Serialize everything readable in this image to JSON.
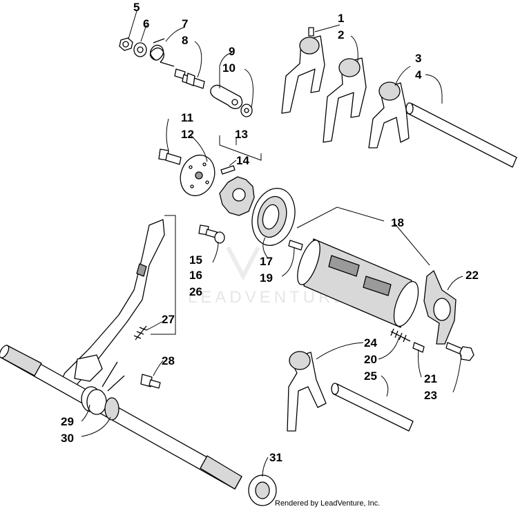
{
  "callouts": {
    "c1": "1",
    "c2": "2",
    "c3": "3",
    "c4": "4",
    "c5": "5",
    "c6": "6",
    "c7": "7",
    "c8": "8",
    "c9": "9",
    "c10": "10",
    "c11": "11",
    "c12": "12",
    "c13": "13",
    "c14": "14",
    "c15": "15",
    "c16": "16",
    "c17": "17",
    "c18": "18",
    "c19": "19",
    "c20": "20",
    "c21": "21",
    "c22": "22",
    "c23": "23",
    "c24": "24",
    "c25": "25",
    "c26": "26",
    "c27": "27",
    "c28": "28",
    "c29": "29",
    "c30": "30",
    "c31": "31"
  },
  "watermark": "LEADVENTURE",
  "credit": "Rendered by LeadVenture, Inc."
}
